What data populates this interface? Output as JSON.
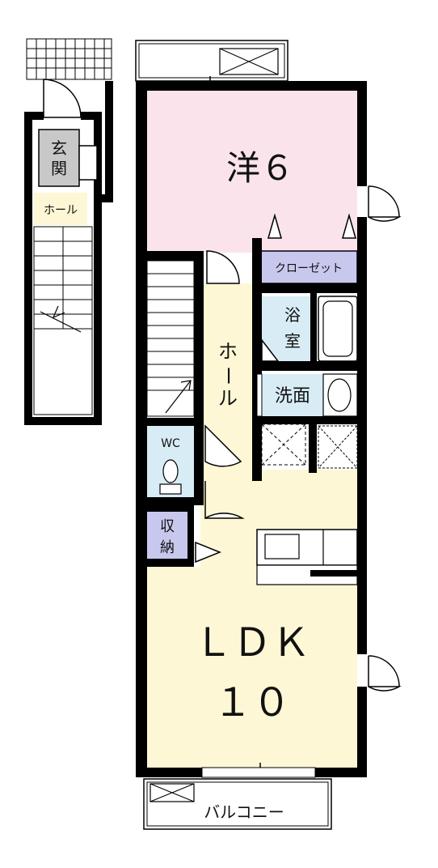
{
  "labels": {
    "entrance_1": "玄",
    "entrance_2": "関",
    "hall_small": "ホール",
    "western_room": "洋６",
    "closet": "クローゼット",
    "bath_1": "浴",
    "bath_2": "室",
    "hall_vertical": [
      "ホ",
      "ー",
      "ル"
    ],
    "washroom": "洗面",
    "wc": "WC",
    "storage_1": "収",
    "storage_2": "納",
    "ldk_1": "ＬＤＫ",
    "ldk_2": "１０",
    "balcony": "バルコニー"
  },
  "colors": {
    "western_room": "#fbe3ec",
    "ldk": "#fdf7d5",
    "closet": "#c8c8ee",
    "storage": "#c8c8ee",
    "bath": "#d8ecf6",
    "washroom": "#d8ecf6",
    "wc": "#d8ecf6",
    "entrance": "#c8c8c8",
    "hall_small": "#fdf7d5",
    "hall": "#fdf7d5",
    "wall": "#000000"
  }
}
